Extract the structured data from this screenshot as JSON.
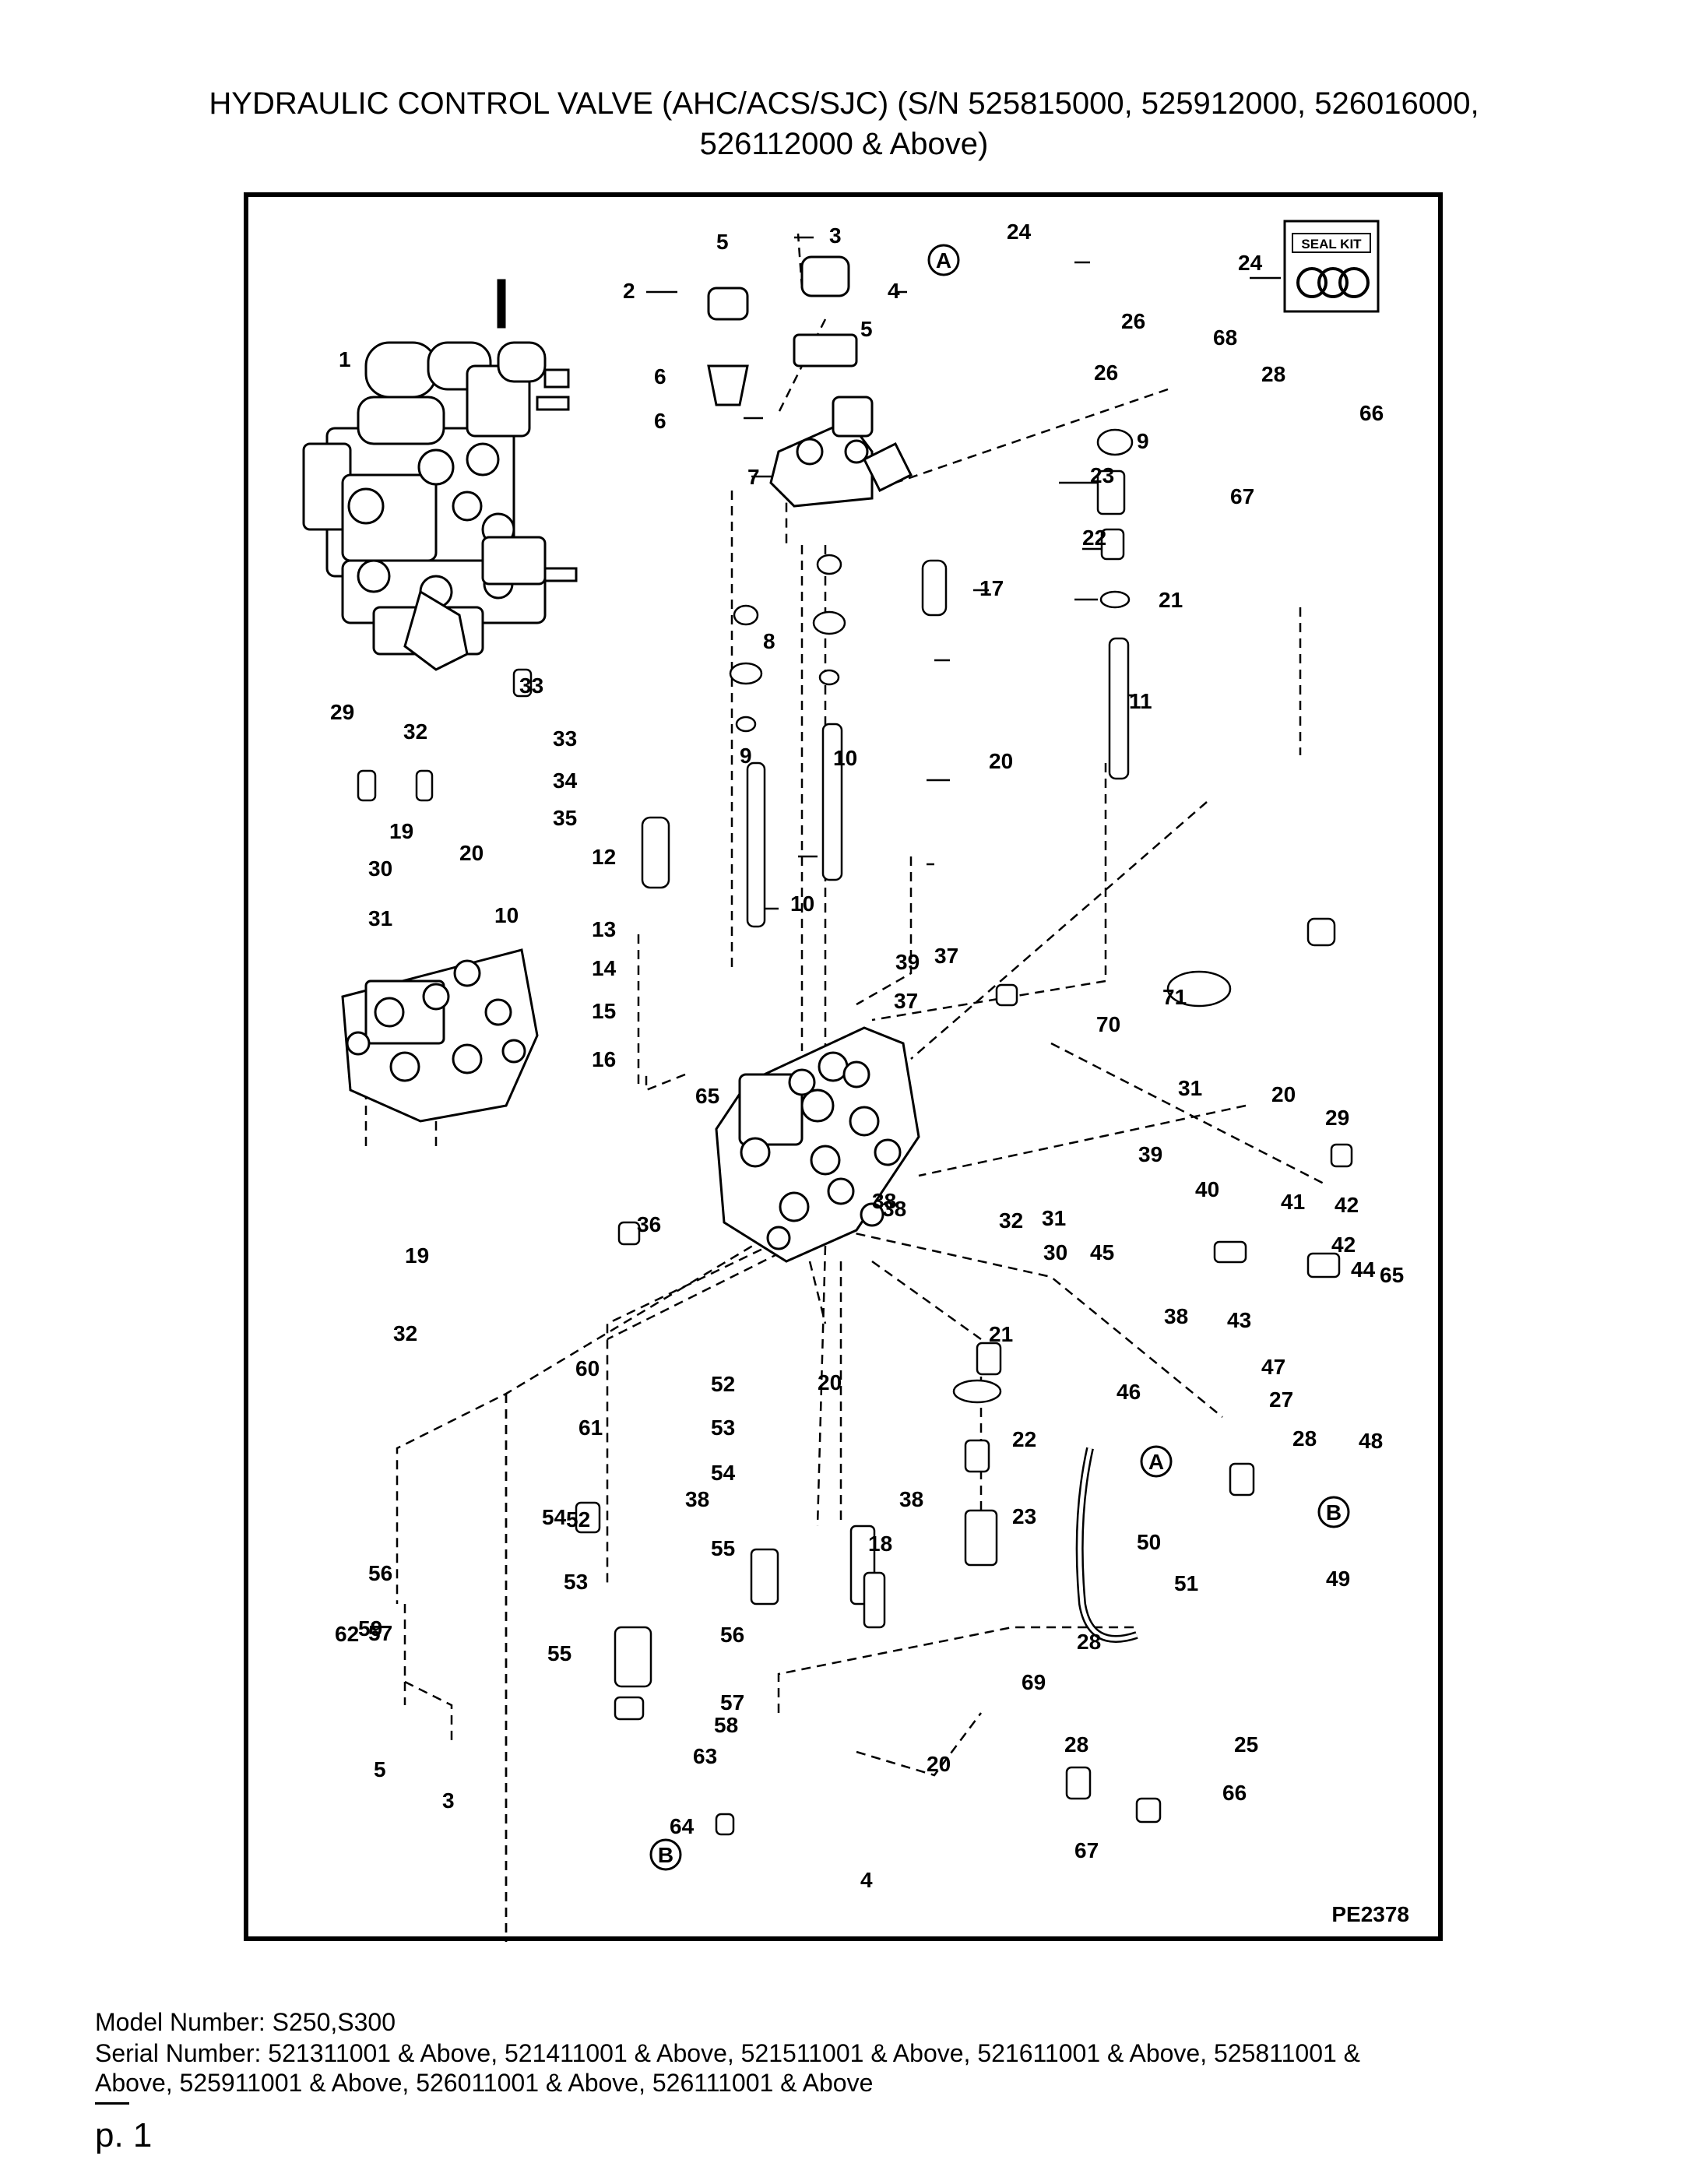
{
  "header": {
    "title_line1": "HYDRAULIC CONTROL VALVE (AHC/ACS/SJC) (S/N 525815000, 525912000, 526016000,",
    "title_line2": "526112000 & Above)"
  },
  "diagram": {
    "figure_id": "PE2378",
    "seal_kit_label": "SEAL KIT",
    "ref_a": "A",
    "ref_b": "B",
    "callouts": [
      "1",
      "2",
      "3",
      "3",
      "4",
      "4",
      "5",
      "5",
      "5",
      "6",
      "6",
      "7",
      "8",
      "9",
      "9",
      "10",
      "10",
      "10",
      "11",
      "12",
      "13",
      "14",
      "15",
      "16",
      "17",
      "18",
      "19",
      "19",
      "20",
      "20",
      "20",
      "20",
      "20",
      "21",
      "21",
      "22",
      "22",
      "23",
      "23",
      "24",
      "24",
      "25",
      "26",
      "26",
      "27",
      "28",
      "28",
      "28",
      "28",
      "29",
      "29",
      "30",
      "30",
      "31",
      "31",
      "31",
      "32",
      "32",
      "32",
      "33",
      "33",
      "34",
      "35",
      "36",
      "37",
      "37",
      "38",
      "38",
      "38",
      "38",
      "38",
      "39",
      "39",
      "40",
      "41",
      "42",
      "42",
      "43",
      "44",
      "45",
      "46",
      "47",
      "48",
      "49",
      "50",
      "51",
      "52",
      "52",
      "53",
      "53",
      "54",
      "54",
      "55",
      "55",
      "56",
      "56",
      "57",
      "57",
      "58",
      "59",
      "60",
      "61",
      "62",
      "63",
      "64",
      "65",
      "65",
      "66",
      "66",
      "67",
      "67",
      "68",
      "69",
      "70",
      "71"
    ]
  },
  "footer": {
    "model_line": "Model Number: S250,S300",
    "serial_line1": "Serial Number: 521311001 & Above, 521411001 & Above, 521511001 & Above, 521611001 & Above, 525811001 &",
    "serial_line2": "Above, 525911001 & Above, 526011001 & Above, 526111001 & Above",
    "page": "p. 1"
  }
}
